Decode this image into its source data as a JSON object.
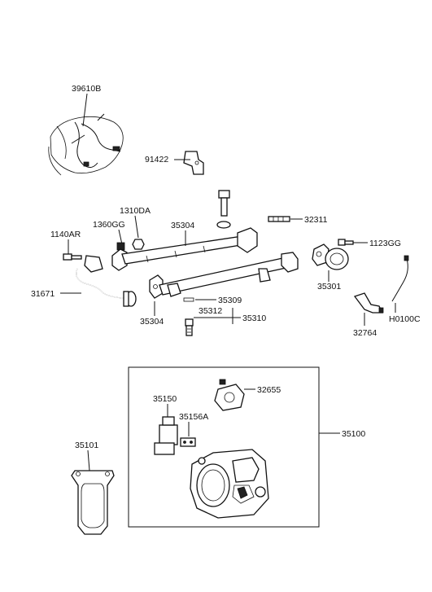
{
  "labels": {
    "l39610B": "39610B",
    "l91422": "91422",
    "l1310DA": "1310DA",
    "l1360GG": "1360GG",
    "l35304_top": "35304",
    "l32311": "32311",
    "l1140AR": "1140AR",
    "l1123GG": "1123GG",
    "l31671": "31671",
    "l35301": "35301",
    "l35309": "35309",
    "l35304_bottom": "35304",
    "l35312": "35312",
    "l35310": "35310",
    "lH0100C": "H0100C",
    "l32764": "32764",
    "l32655": "32655",
    "l35150": "35150",
    "l35156A": "35156A",
    "l35100": "35100",
    "l35101": "35101"
  }
}
